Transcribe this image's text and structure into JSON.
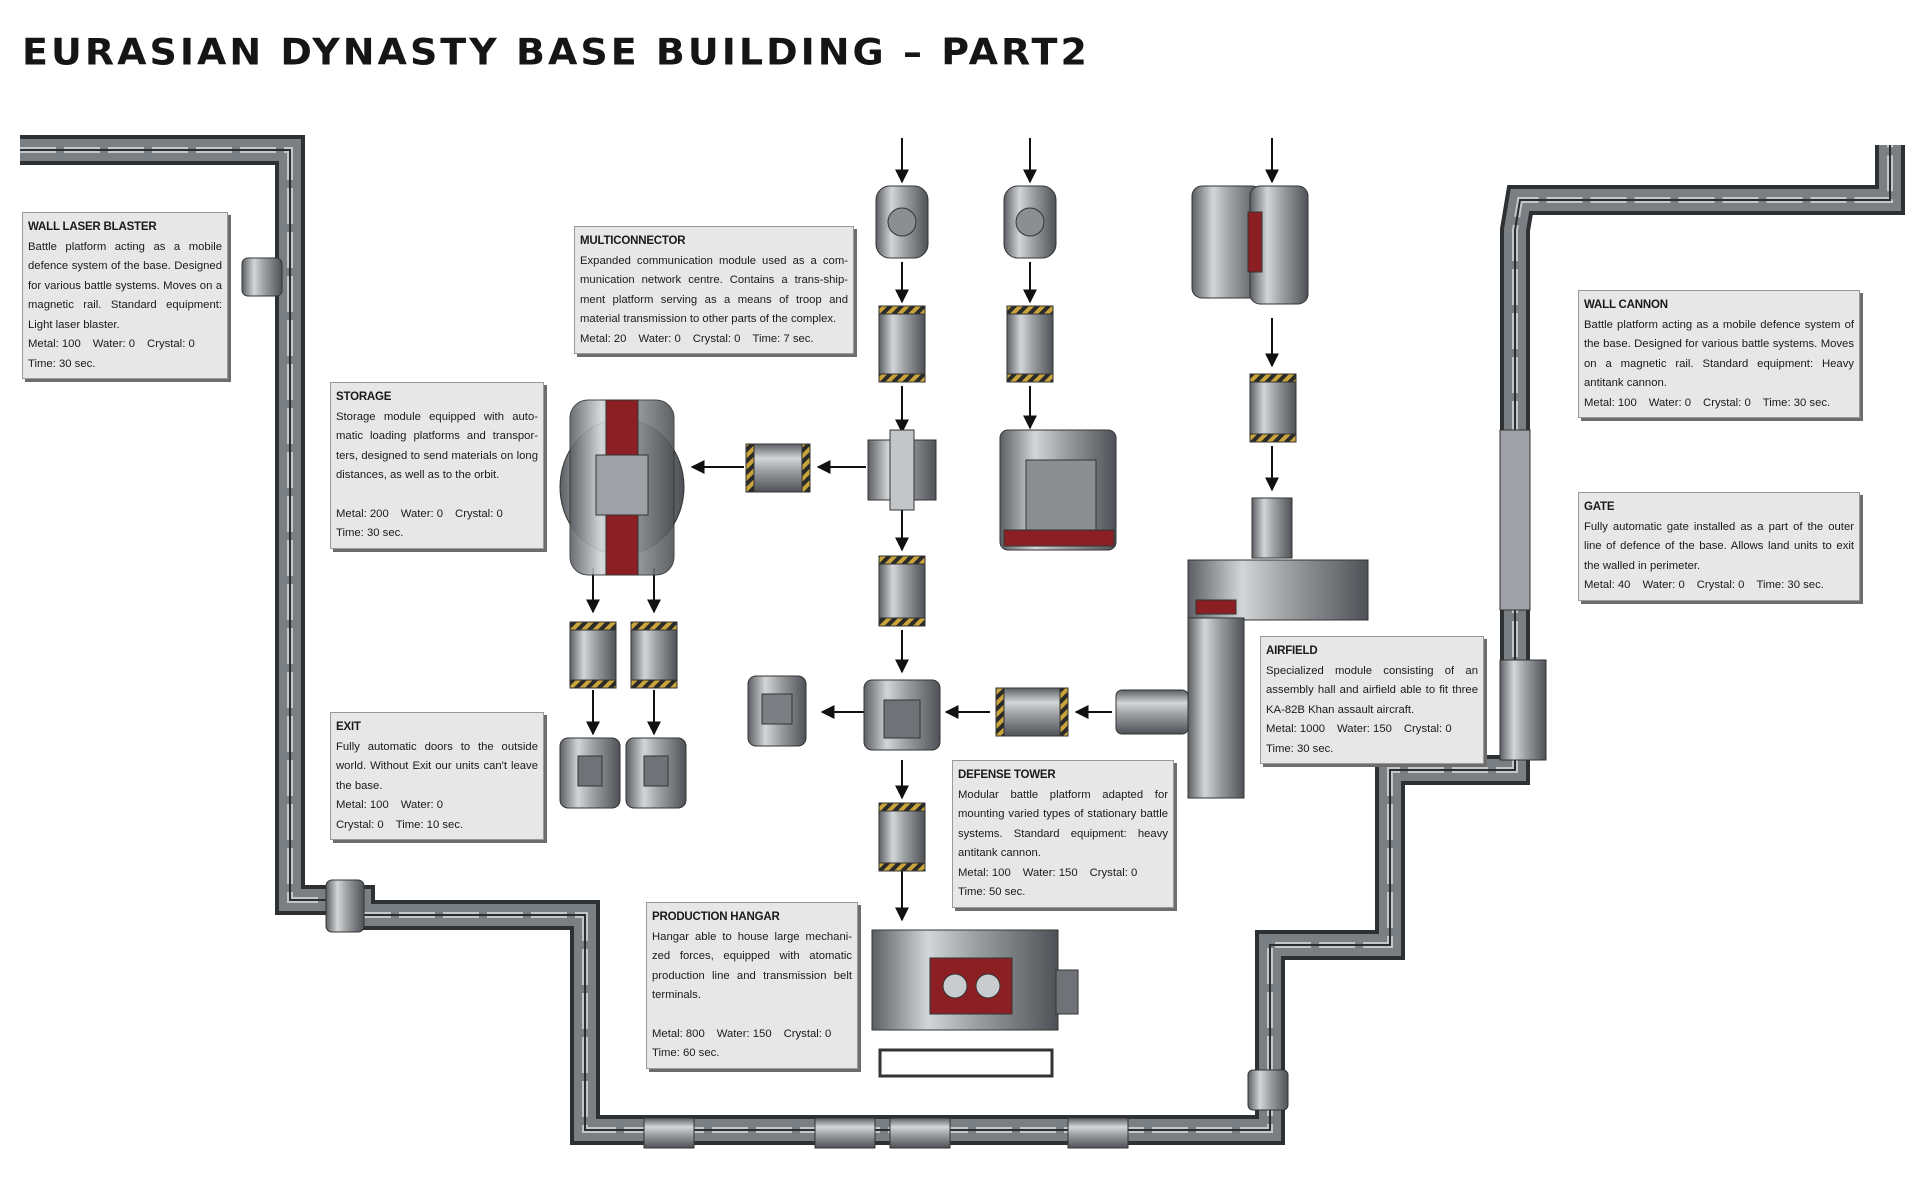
{
  "page": {
    "title": "Eurasian Dynasty Base Building  –  Part2"
  },
  "colors": {
    "wall_dark": "#3a3d40",
    "wall_mid": "#6f7478",
    "wall_light": "#b6bbbf",
    "module_steel": "#a7aaad",
    "module_dark": "#55585b",
    "accent_red": "#8c1f24",
    "hazard_yellow": "#c9a43a",
    "arrow": "#111111",
    "box_bg": "#e7e7e7"
  },
  "modules": [
    {
      "id": "wall_laser_blaster",
      "name": "WALL LASER BLASTER",
      "lines": [
        "Battle platform acting as a mobile defence system of the base. Designed for various battle systems. Moves on a magnetic rail. Standard equipment: Light laser blaster."
      ],
      "stats": [
        "Metal: 100",
        "Water: 0",
        "Crystal: 0",
        "Time: 30 sec."
      ]
    },
    {
      "id": "multiconnector",
      "name": "MULTICONNECTOR",
      "lines": [
        "Expanded communication module used as a com-munication network centre. Contains a trans-ship-ment platform serving as a means of troop and material transmission to other parts of the complex."
      ],
      "stats": [
        "Metal: 20",
        "Water: 0",
        "Crystal: 0",
        "Time: 7 sec."
      ]
    },
    {
      "id": "storage",
      "name": "STORAGE",
      "lines": [
        "Storage module equipped with auto-matic loading platforms and transpor-ters, designed to send materials on long distances, as well as to the orbit."
      ],
      "stats": [
        "Metal: 200",
        "Water: 0",
        "Crystal: 0",
        "Time: 30 sec."
      ]
    },
    {
      "id": "wall_cannon",
      "name": "WALL CANNON",
      "lines": [
        "Battle platform acting as a mobile defence system of the base. Designed for various battle systems. Moves on a magnetic rail. Standard equipment: Heavy antitank cannon."
      ],
      "stats": [
        "Metal: 100",
        "Water: 0",
        "Crystal: 0",
        "Time: 30 sec."
      ]
    },
    {
      "id": "gate",
      "name": "GATE",
      "lines": [
        "Fully automatic gate installed as a part of the outer line of defence of the base. Allows land units to exit the walled in perimeter."
      ],
      "stats": [
        "Metal: 40",
        "Water: 0",
        "Crystal: 0",
        "Time: 30 sec."
      ]
    },
    {
      "id": "airfield",
      "name": "AIRFIELD",
      "lines": [
        "Specialized module consisting of an assembly hall and airfield able to fit three KA-82B Khan assault aircraft."
      ],
      "stats": [
        "Metal: 1000",
        "Water: 150",
        "Crystal: 0",
        "Time: 30 sec."
      ]
    },
    {
      "id": "exit",
      "name": "EXIT",
      "lines": [
        "Fully automatic doors to the outside world. Without Exit our units can't leave the base."
      ],
      "stats": [
        "Metal: 100",
        "Water: 0",
        "Crystal: 0",
        "Time: 10 sec."
      ]
    },
    {
      "id": "defense_tower",
      "name": "DEFENSE TOWER",
      "lines": [
        "Modular battle platform adapted for mounting varied types of stationary battle systems. Standard equipment: heavy antitank cannon."
      ],
      "stats": [
        "Metal: 100",
        "Water: 150",
        "Crystal: 0",
        "Time: 50 sec."
      ]
    },
    {
      "id": "production_hangar",
      "name": "PRODUCTION HANGAR",
      "lines": [
        "Hangar able to house large mechani-zed forces, equipped with atomatic production line and transmission belt terminals."
      ],
      "stats": [
        "Metal: 800",
        "Water: 150",
        "Crystal: 0",
        "Time: 60 sec."
      ]
    }
  ]
}
